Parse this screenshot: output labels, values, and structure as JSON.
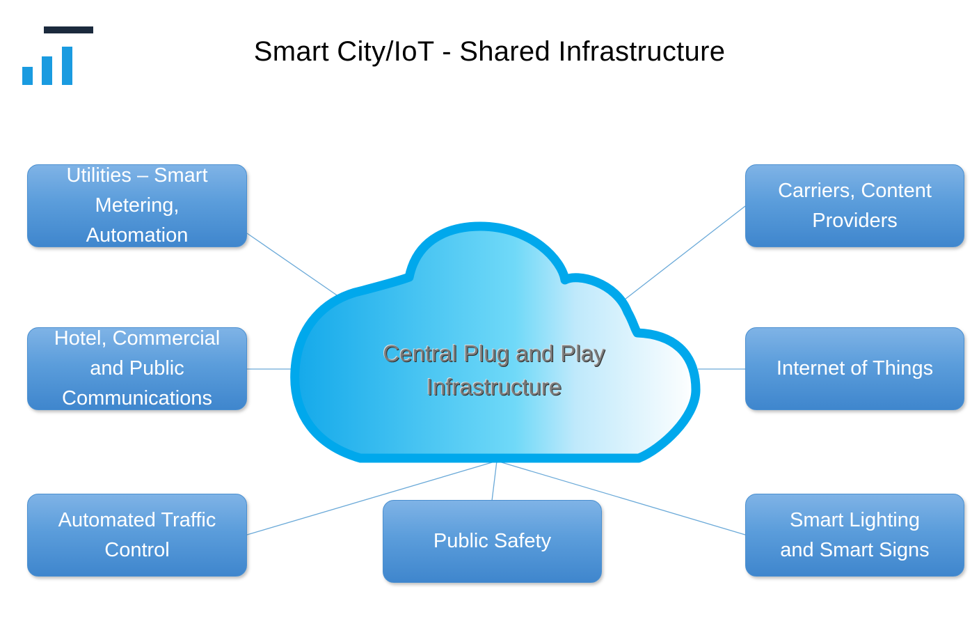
{
  "title": "Smart City/IoT - Shared Infrastructure",
  "center": {
    "label": "Central Plug and Play\nInfrastructure"
  },
  "nodes": {
    "utilities": "Utilities – Smart\nMetering,\nAutomation",
    "hotel": "Hotel, Commercial\nand Public\nCommunications",
    "traffic": "Automated Traffic\nControl",
    "carriers": "Carriers, Content\nProviders",
    "iot": "Internet of Things",
    "safety": "Public Safety",
    "lighting": "Smart Lighting\nand Smart Signs"
  },
  "colors": {
    "node_fill": "#5b9ddb",
    "cloud_outline": "#00a8ec",
    "connector": "#6aa9d8",
    "logo_dark": "#1b2a3d",
    "logo_blue": "#1a9be0"
  },
  "icons": {
    "logo": "bar-chart-logo-icon"
  }
}
